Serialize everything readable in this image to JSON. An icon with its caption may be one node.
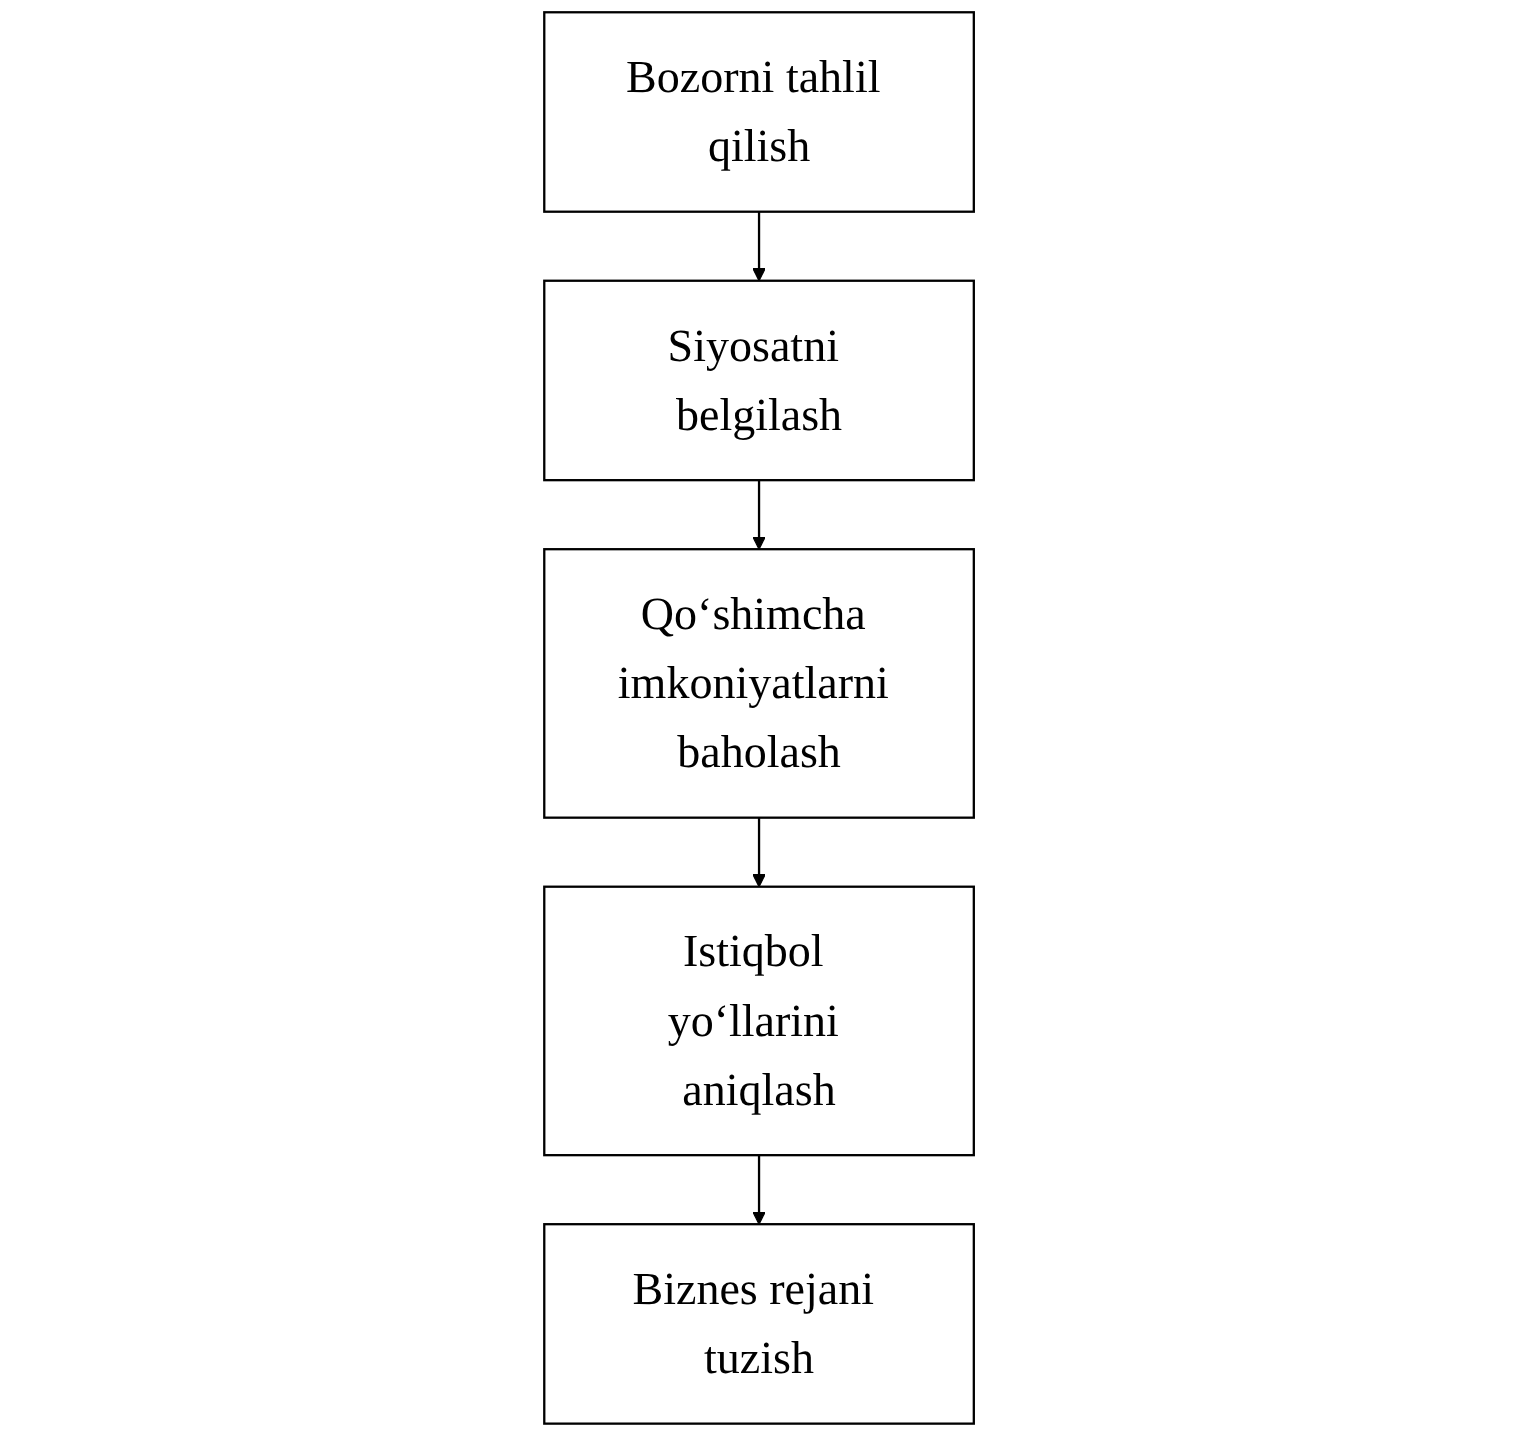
{
  "diagram": {
    "nodes": [
      {
        "text": [
          "Bozorni tahlil qilish"
        ]
      },
      {
        "text": [
          "Siyosatni belgilash"
        ]
      },
      {
        "text": [
          "Qo‘shimcha imkoniyatlarni baholash"
        ]
      },
      {
        "text": [
          "Istiqbol yo‘llarini aniqlash"
        ]
      },
      {
        "text": [
          "Biznes rejani tuzish"
        ]
      }
    ],
    "edges": [
      {
        "from": 0,
        "to": 1,
        "arrow": "to"
      },
      {
        "from": 1,
        "to": 2,
        "arrow": "to"
      },
      {
        "from": 2,
        "to": 3,
        "arrow": "to"
      },
      {
        "from": 3,
        "to": 4,
        "arrow": "to"
      }
    ]
  }
}
